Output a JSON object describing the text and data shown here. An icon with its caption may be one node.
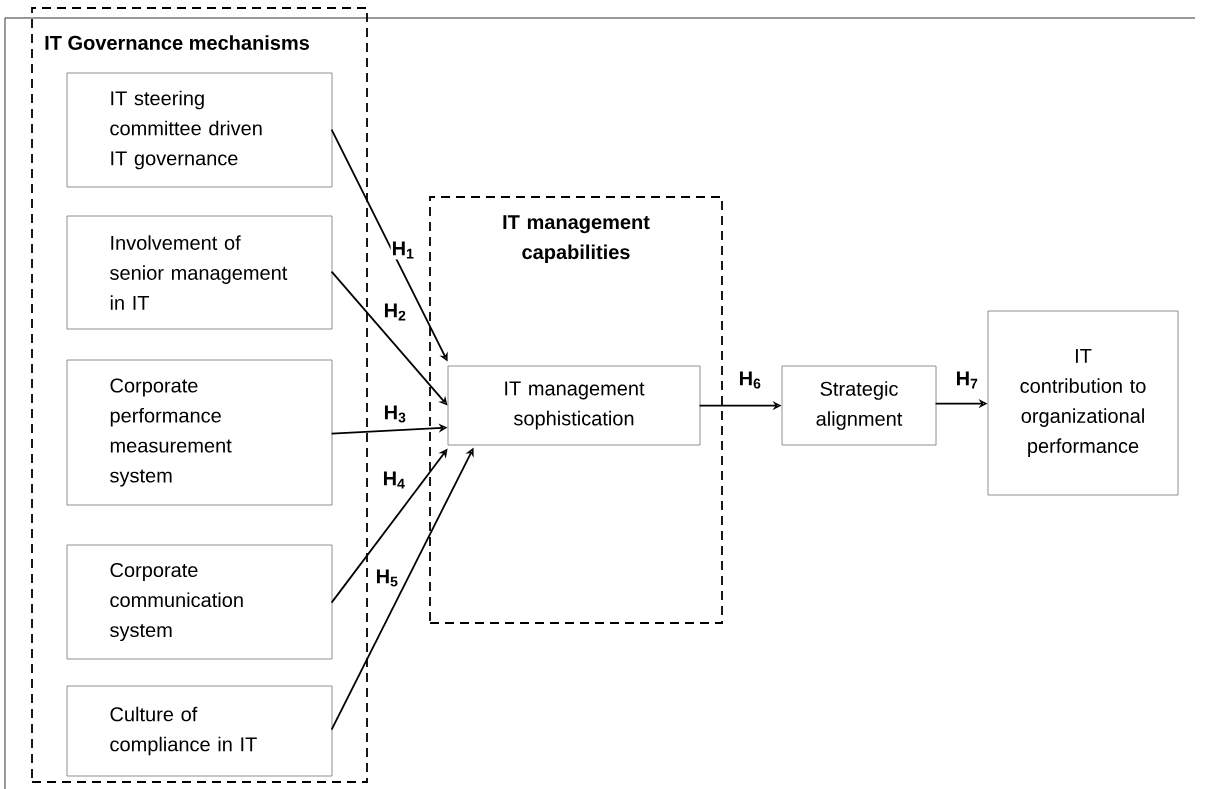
{
  "diagram": {
    "nodes": [
      {
        "text": [
          "IT Governance mechanisms"
        ]
      },
      {
        "text": [
          "IT steering committee driven IT governance"
        ],
        "in": 0
      },
      {
        "text": [
          "Involvement of senior management in IT"
        ],
        "in": 0
      },
      {
        "text": [
          "Corporate performance measurement system"
        ],
        "in": 0
      },
      {
        "text": [
          "Corporate communication system"
        ],
        "in": 0
      },
      {
        "text": [
          "Culture of compliance in IT"
        ],
        "in": 0
      },
      {
        "text": [
          "IT management capabilities"
        ]
      },
      {
        "text": [
          "IT management sophistication"
        ],
        "in": 6
      },
      {
        "text": [
          "Strategic alignment"
        ]
      },
      {
        "text": [
          "IT contribution to organizational performance"
        ]
      }
    ],
    "edges": [
      {
        "from": 1,
        "to": 7,
        "arrow": "to",
        "label": "H$_{1}$"
      },
      {
        "from": 2,
        "to": 7,
        "arrow": "to",
        "label": "H$_{2}$"
      },
      {
        "from": 3,
        "to": 7,
        "arrow": "to",
        "label": "H$_{3}$"
      },
      {
        "from": 4,
        "to": 7,
        "arrow": "to",
        "label": "H$_{4}$"
      },
      {
        "from": 5,
        "to": 7,
        "arrow": "to",
        "label": "H$_{5}$"
      },
      {
        "from": 7,
        "to": 8,
        "arrow": "to",
        "label": "H$_{6}$"
      },
      {
        "from": 8,
        "to": 9,
        "arrow": "to",
        "label": "H$_{7}$"
      }
    ]
  }
}
